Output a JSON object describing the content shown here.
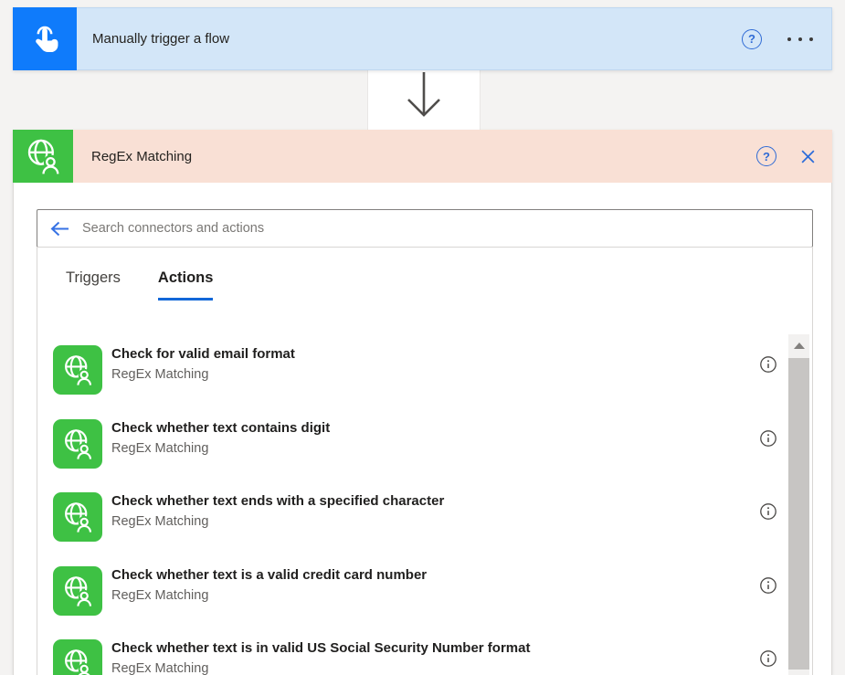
{
  "colors": {
    "trigger_accent": "#0f7bfb",
    "trigger_bg": "#d3e6f8",
    "connector_accent": "#3ec144",
    "connector_header_bg": "#f9e0d5",
    "tab_underline": "#1267d8",
    "control_blue": "#2f6bd5"
  },
  "trigger_card": {
    "title": "Manually trigger a flow",
    "icon": "manual-touch-icon",
    "help_label": "?"
  },
  "connector_card": {
    "title": "RegEx Matching",
    "icon": "globe-user-icon",
    "help_label": "?"
  },
  "search": {
    "placeholder": "Search connectors and actions",
    "value": ""
  },
  "tabs": [
    {
      "label": "Triggers",
      "active": false
    },
    {
      "label": "Actions",
      "active": true
    }
  ],
  "actions": [
    {
      "title": "Check for valid email format",
      "subtitle": "RegEx Matching"
    },
    {
      "title": "Check whether text contains digit",
      "subtitle": "RegEx Matching"
    },
    {
      "title": "Check whether text ends with a specified character",
      "subtitle": "RegEx Matching"
    },
    {
      "title": "Check whether text is a valid credit card number",
      "subtitle": "RegEx Matching"
    },
    {
      "title": "Check whether text is in valid US Social Security Number format",
      "subtitle": "RegEx Matching"
    }
  ]
}
